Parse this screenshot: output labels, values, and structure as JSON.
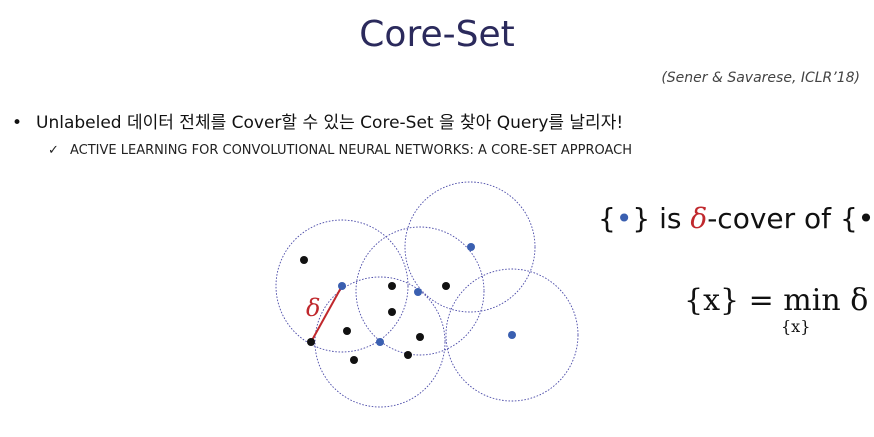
{
  "slide": {
    "title": "Core-Set",
    "citation": "(Sener & Savarese, ICLR’18)",
    "bullet": "Unlabeled 데이터 전체를 Cover할 수 있는 Core-Set 을 찾아 Query를 날리자!",
    "bullet_marker": "•",
    "sub_bullet": "ACTIVE LEARNING FOR CONVOLUTIONAL NEURAL NETWORKS: A CORE-SET APPROACH",
    "sub_marker": "✓"
  },
  "diagram": {
    "delta_label": "δ",
    "colors": {
      "center": "#3a5fb0",
      "point": "#111111",
      "circle": "#3a3aa0",
      "delta": "#c0282d"
    }
  },
  "statement": {
    "open_brace": "{",
    "close_brace": "}",
    "blue_dot": "•",
    "is_text": " is ",
    "delta": "δ",
    "cover_text": "-cover of ",
    "black_dot": "•"
  },
  "formula": {
    "lhs": "{x} = min δ",
    "subscript": "{x}"
  }
}
